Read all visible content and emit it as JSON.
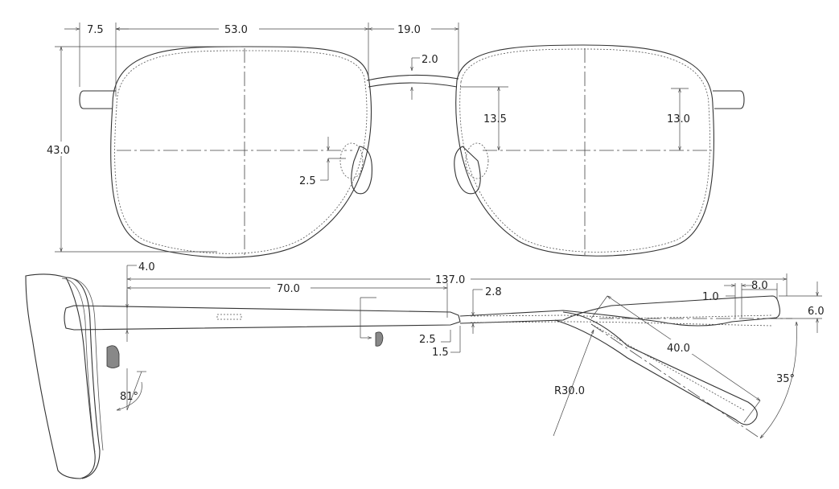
{
  "dimensions": {
    "d_7_5": "7.5",
    "d_53_0": "53.0",
    "d_19_0": "19.0",
    "d_2_0": "2.0",
    "d_13_5": "13.5",
    "d_13_0": "13.0",
    "d_43_0": "43.0",
    "d_2_5_pad": "2.5",
    "d_4_0": "4.0",
    "d_70_0": "70.0",
    "d_137_0": "137.0",
    "d_2_8": "2.8",
    "d_1_0": "1.0",
    "d_8_0": "8.0",
    "d_6_0": "6.0",
    "d_2_5_temple": "2.5",
    "d_1_5": "1.5",
    "d_40_0": "40.0",
    "d_r30_0": "R30.0",
    "d_35deg": "35°",
    "d_81deg": "81°"
  },
  "colors": {
    "line": "#333333",
    "background": "#ffffff",
    "hatch": "#888888"
  }
}
